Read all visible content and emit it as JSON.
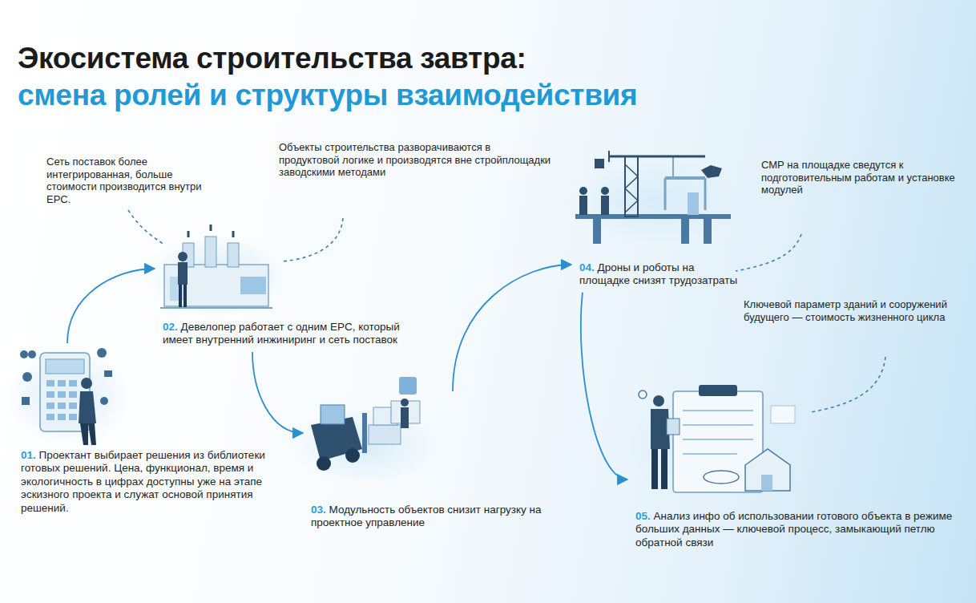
{
  "diagram": {
    "title": "Экосистема строительства завтра:",
    "nodes": [
      {
        "text": [
          "01.",
          "Проектант выбирает решения из библиотеки готовых решений. Цена, функционал, время и экологичность в цифрах доступны уже на этапе эскизного проекта и служат основой принятия решений."
        ]
      },
      {
        "text": [
          "02.",
          "Девелопер работает с одним EPC, который имеет внутренний инжиниринг и сеть поставок"
        ]
      },
      {
        "text": [
          "03.",
          "Модульность объектов снизит нагрузку на проектное управление"
        ]
      },
      {
        "text": [
          "04.",
          "Дроны и роботы на площадке снизят трудозатраты"
        ]
      },
      {
        "text": [
          "05.",
          "Анализ инфо об использовании готового объекта в режиме больших данных — ключевой процесс, замыкающий петлю обратной связи"
        ]
      }
    ],
    "edges": [
      {
        "from": 0,
        "to": 1,
        "arrow": "to"
      },
      {
        "from": 1,
        "to": 2,
        "arrow": "to"
      },
      {
        "from": 2,
        "to": 3,
        "arrow": "to"
      },
      {
        "from": 3,
        "to": 4,
        "arrow": "to"
      }
    ],
    "labels": [
      "смена ролей и структуры взаимодействия",
      "Сеть поставок более интегрированная, больше стоимости производится внутри EPC.",
      "Объекты строительства разворачиваются в продуктовой логике и производятся вне стройплощадки заводскими методами",
      "СМР на площадке сведутся к подготовительным работам и установке модулей",
      "Ключевой параметр зданий и сооружений будущего — стоимость жизненного цикла"
    ]
  }
}
